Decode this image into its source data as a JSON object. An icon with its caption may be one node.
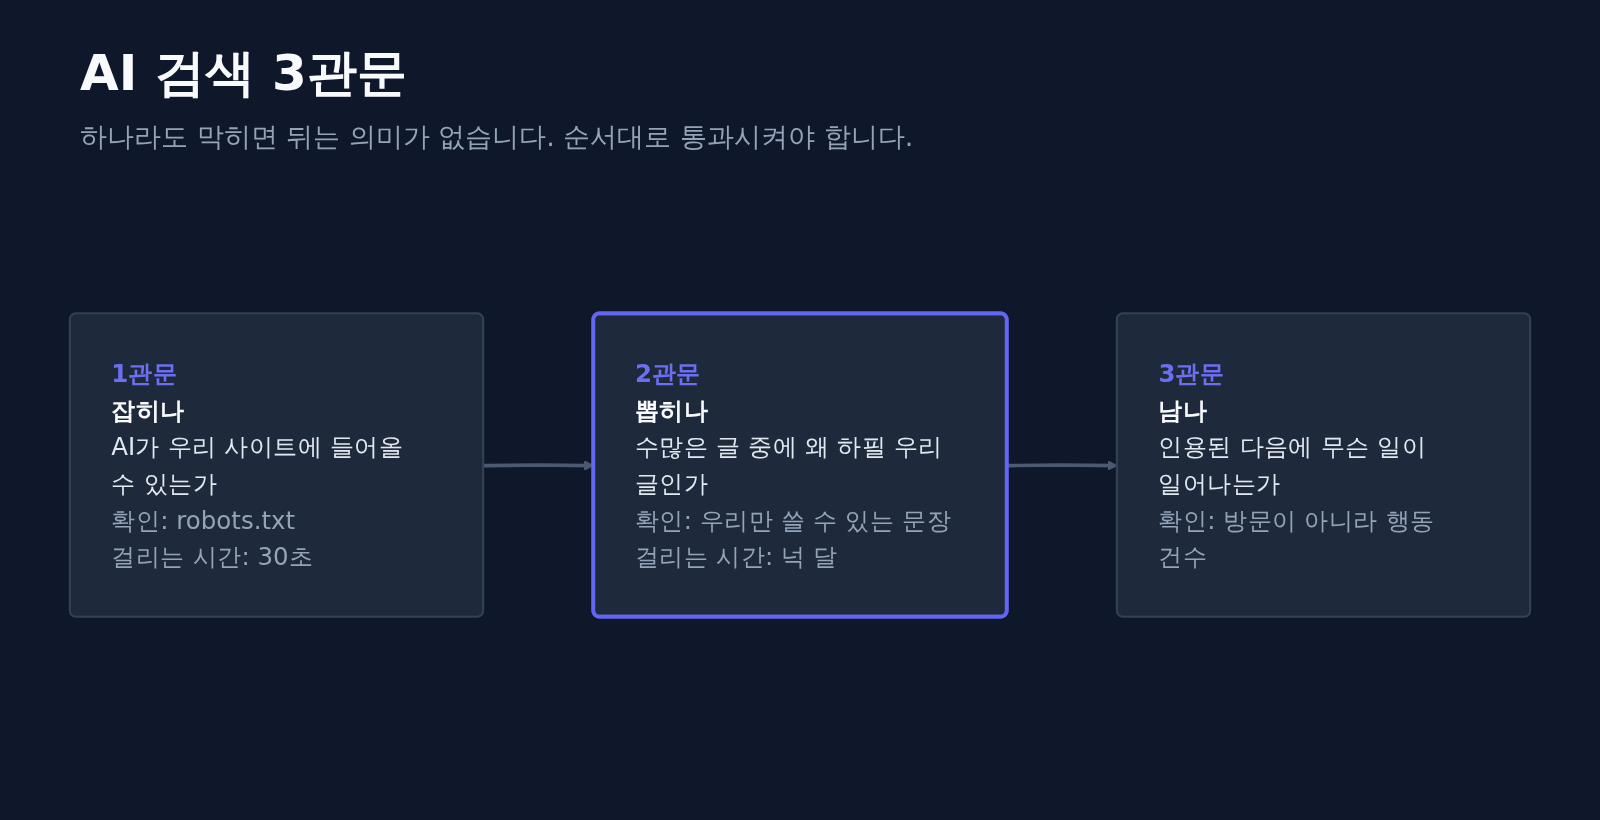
{
  "diagram": {
    "title": "AI 검색 3관문",
    "nodes": [
      {
        "text": [
          "1관문",
          "잡히나",
          "AI가 우리 사이트에 들어올 수 있는가",
          "확인: robots.txt",
          "걸리는 시간: 30초"
        ]
      },
      {
        "text": [
          "2관문",
          "뽑히나",
          "수많은 글 중에 왜 하필 우리 글인가",
          "확인: 우리만 쓸 수 있는 문장",
          "걸리는 시간: 넉 달"
        ]
      },
      {
        "text": [
          "3관문",
          "남나",
          "인용된 다음에 무슨 일이 일어나는가",
          "확인: 방문이 아니라 행동 건수"
        ]
      }
    ],
    "edges": [
      {
        "from": 0,
        "to": 1,
        "arrow": "to"
      },
      {
        "from": 1,
        "to": 2,
        "arrow": "to"
      }
    ],
    "labels": [
      "하나라도 막히면 뒤는 의미가 없습니다. 순서대로 통과시켜야 합니다."
    ]
  }
}
